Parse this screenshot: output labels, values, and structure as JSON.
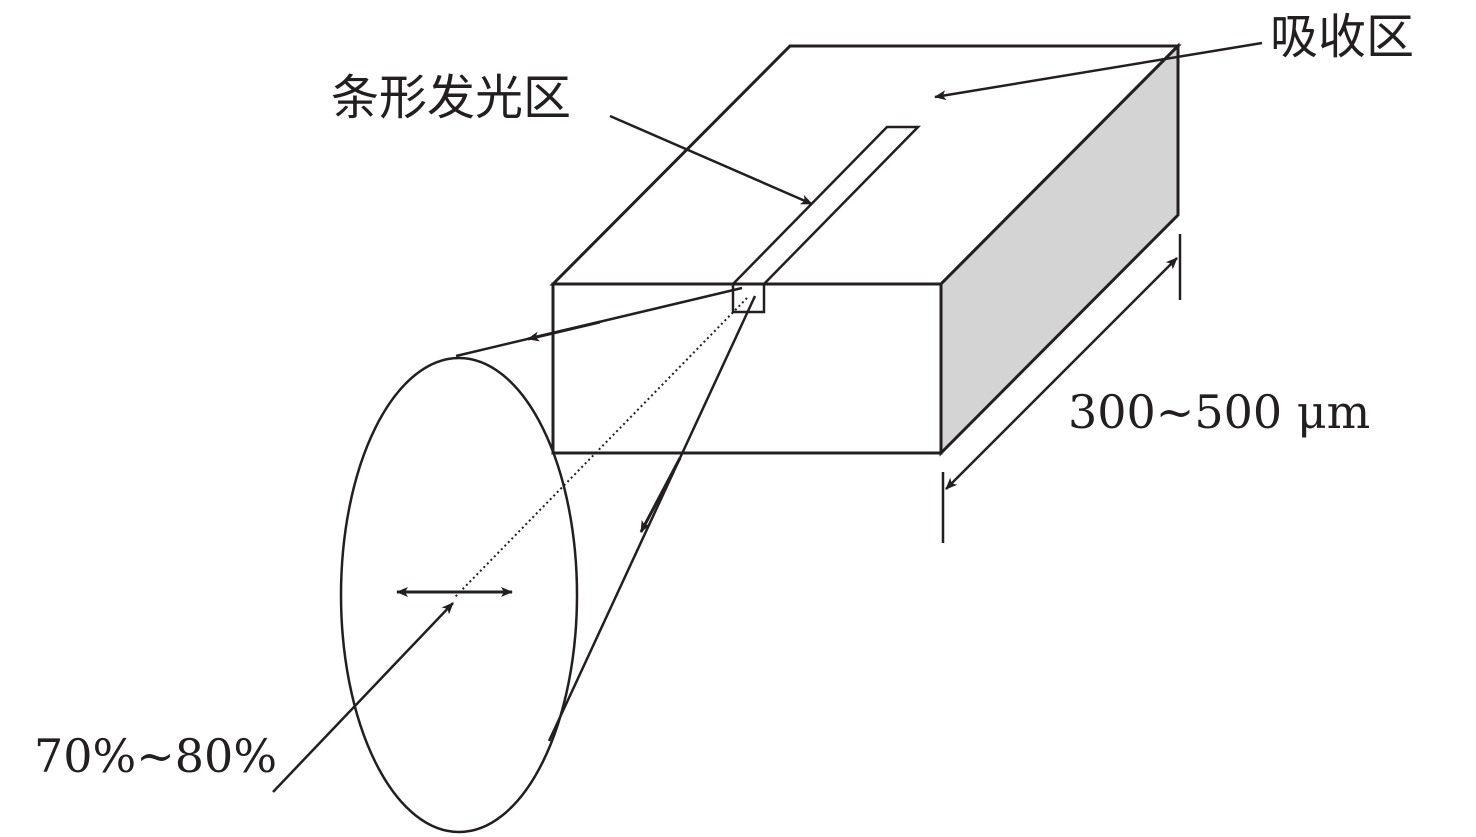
{
  "labels": {
    "absorption_region": "吸收区",
    "stripe_emission_region": "条形发光区",
    "length_range": "300~500 μm",
    "percentage_range": "70%~80%"
  },
  "colors": {
    "stroke": "#231f20",
    "side_face": "#d4d4d4",
    "background": "#ffffff"
  }
}
